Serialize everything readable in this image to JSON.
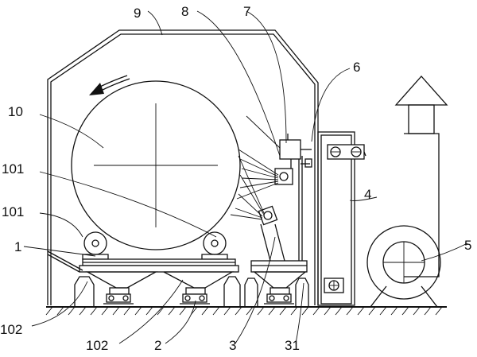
{
  "labels": {
    "l1": "1",
    "l2": "2",
    "l3": "3",
    "l4": "4",
    "l5": "5",
    "l6": "6",
    "l7": "7",
    "l8": "8",
    "l9": "9",
    "l10": "10",
    "l31": "31",
    "l101a": "101",
    "l101b": "101",
    "l102a": "102",
    "l102b": "102"
  }
}
